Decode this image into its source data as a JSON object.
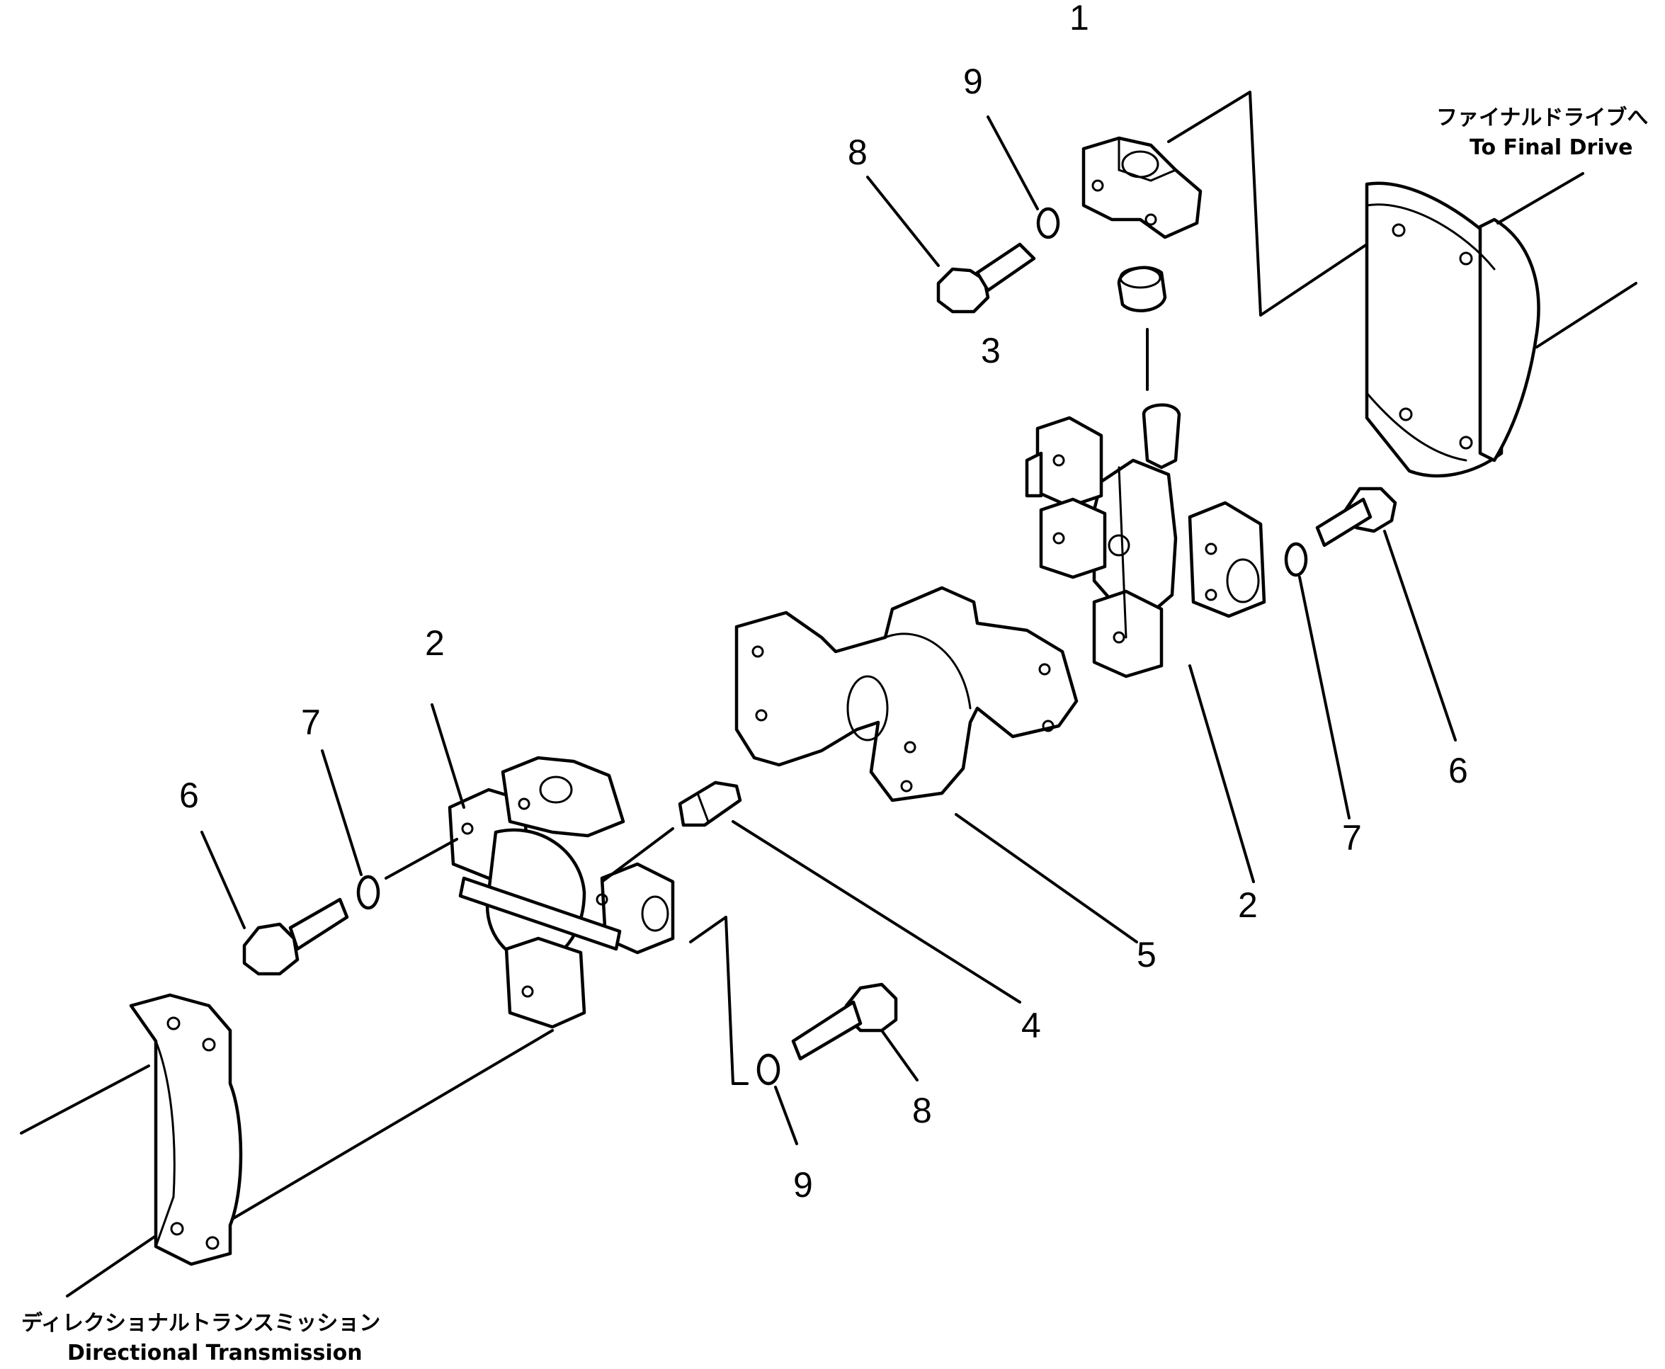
{
  "callouts": {
    "n1": "1",
    "n2_right": "2",
    "n2_left": "2",
    "n3": "3",
    "n4": "4",
    "n5": "5",
    "n6_left": "6",
    "n6_right": "6",
    "n7_left": "7",
    "n7_right": "7",
    "n8_top": "8",
    "n8_bottom": "8",
    "n9_top": "9",
    "n9_bottom": "9"
  },
  "labels": {
    "final_drive_jp": "ファイナルドライブへ",
    "final_drive_en": "To Final Drive",
    "transmission_jp": "ディレクショナルトランスミッション",
    "transmission_en": "Directional Transmission"
  }
}
